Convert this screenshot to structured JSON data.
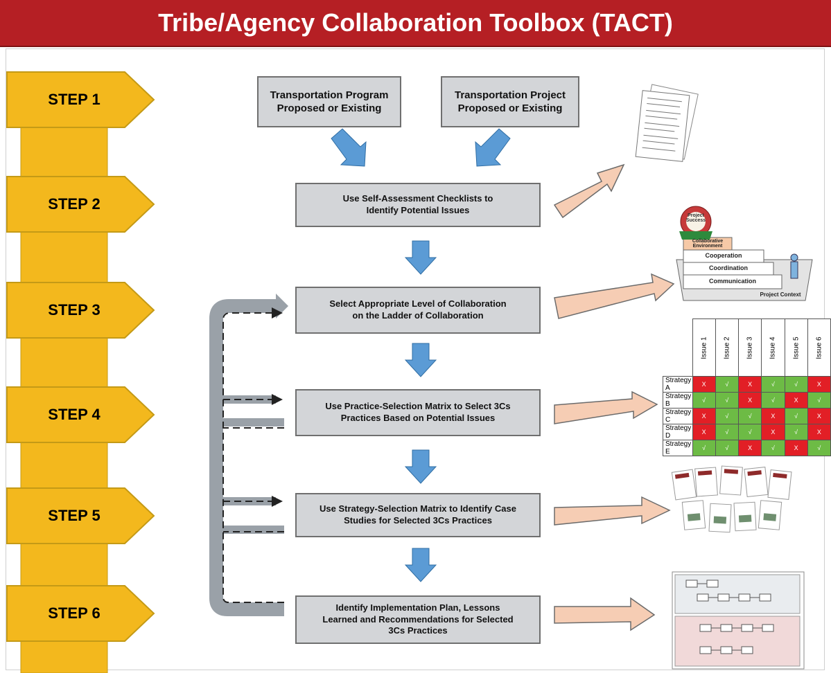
{
  "title": "Tribe/Agency Collaboration Toolbox (TACT)",
  "steps": [
    "STEP 1",
    "STEP 2",
    "STEP 3",
    "STEP 4",
    "STEP 5",
    "STEP 6"
  ],
  "boxes": {
    "program": "Transportation Program Proposed or Existing",
    "project": "Transportation Project Proposed or Existing",
    "step2": "Use Self-Assessment Checklists to Identify Potential Issues",
    "step3": "Select Appropriate Level of Collaboration on the Ladder of Collaboration",
    "step4": "Use Practice-Selection Matrix to Select 3Cs Practices Based on Potential Issues",
    "step5": "Use Strategy-Selection Matrix to Identify Case Studies for Selected 3Cs Practices",
    "step6": "Identify Implementation Plan, Lessons Learned and Recommendations for Selected 3Cs Practices"
  },
  "ladder": {
    "badge": "Project Success",
    "rungs": [
      "Collaborative Environment",
      "Cooperation",
      "Coordination",
      "Communication"
    ],
    "context": "Project Context"
  },
  "matrix": {
    "issues": [
      "Issue 1",
      "Issue 2",
      "Issue 3",
      "Issue 4",
      "Issue 5",
      "Issue 6"
    ],
    "rows": [
      {
        "name": "Strategy A",
        "cells": [
          "x",
          "c",
          "x",
          "c",
          "c",
          "x"
        ]
      },
      {
        "name": "Strategy B",
        "cells": [
          "c",
          "c",
          "x",
          "c",
          "x",
          "c"
        ]
      },
      {
        "name": "Strategy C",
        "cells": [
          "x",
          "c",
          "c",
          "x",
          "c",
          "x"
        ]
      },
      {
        "name": "Strategy D",
        "cells": [
          "x",
          "c",
          "c",
          "x",
          "c",
          "x"
        ]
      },
      {
        "name": "Strategy E",
        "cells": [
          "c",
          "c",
          "x",
          "c",
          "x",
          "c"
        ]
      }
    ],
    "x_mark": "X",
    "check_mark": "√"
  },
  "colors": {
    "title_bar": "#b51f24",
    "step_fill": "#f3b81d",
    "step_stroke": "#c49a16",
    "box_fill": "#d3d5d8",
    "down_arrow": "#5b9bd5",
    "right_arrow": "#f6cdb4",
    "loop": "#9aa1a8",
    "x_cell": "#e21f26",
    "check_cell": "#6dbb45"
  }
}
